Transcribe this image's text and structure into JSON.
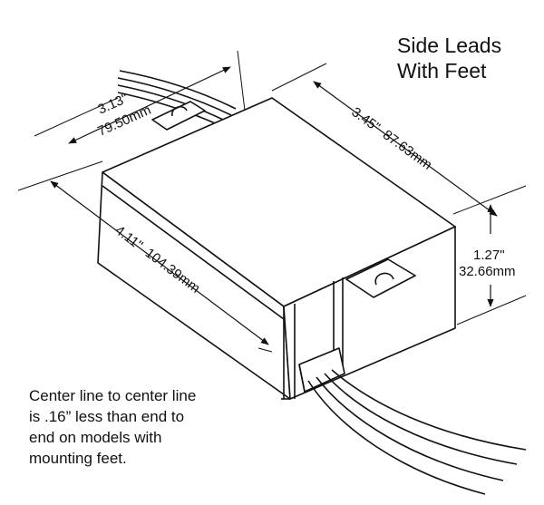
{
  "title": {
    "line1": "Side Leads",
    "line2": "With Feet"
  },
  "dimensions": {
    "width": {
      "inches": "3.13\"",
      "mm": "79.50mm"
    },
    "depth": {
      "inches": "3.45\"",
      "mm": "87.63mm"
    },
    "length": {
      "inches": "4.11\"",
      "mm": "104.39mm"
    },
    "height": {
      "inches": "1.27\"",
      "mm": "32.66mm"
    }
  },
  "note": {
    "line1": "Center line to center line",
    "line2": "is .16” less than end to",
    "line3": "end on models with",
    "line4": "mounting feet."
  },
  "colors": {
    "ink": "#111111",
    "background": "#ffffff"
  }
}
